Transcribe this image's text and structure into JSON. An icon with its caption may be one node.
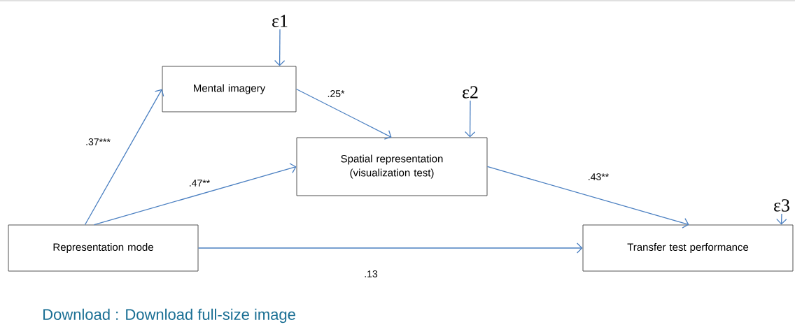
{
  "diagram": {
    "nodes": [
      {
        "text": [
          "ε1"
        ]
      },
      {
        "text": [
          "Mental imagery"
        ]
      },
      {
        "text": [
          "ε2"
        ]
      },
      {
        "text": [
          "Spatial representation (visualization test)"
        ]
      },
      {
        "text": [
          "ε3"
        ]
      },
      {
        "text": [
          "Representation mode"
        ]
      },
      {
        "text": [
          "Transfer test performance"
        ]
      }
    ],
    "edges": [
      {
        "from": 0,
        "to": 1,
        "arrow": "to"
      },
      {
        "from": 2,
        "to": 3,
        "arrow": "to"
      },
      {
        "from": 4,
        "to": 6,
        "arrow": "to"
      },
      {
        "from": 5,
        "to": 1,
        "arrow": "to",
        "label": ".37***"
      },
      {
        "from": 5,
        "to": 3,
        "arrow": "to",
        "label": ".47**"
      },
      {
        "from": 1,
        "to": 3,
        "arrow": "to",
        "label": ".25*"
      },
      {
        "from": 3,
        "to": 6,
        "arrow": "to",
        "label": ".43**"
      },
      {
        "from": 5,
        "to": 6,
        "arrow": "to",
        "label": ".13"
      }
    ],
    "labels": [
      "Download : Download full-size image"
    ]
  }
}
